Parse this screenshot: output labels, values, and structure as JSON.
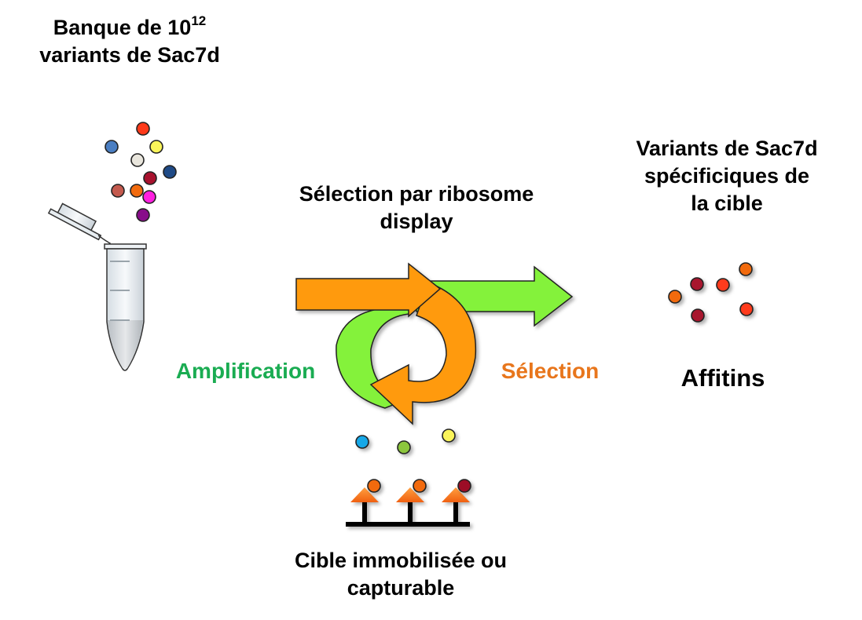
{
  "left_title": {
    "line1_prefix": "Banque de 10",
    "exponent": "12",
    "line2": "variants de Sac7d"
  },
  "center_title": {
    "line1": "Sélection par ribosome",
    "line2": "display"
  },
  "right_title": {
    "line1": "Variants de Sac7d",
    "line2": "spécificiques de",
    "line3": "la cible"
  },
  "right_label": "Affitins",
  "cycle_labels": {
    "left": "Amplification",
    "right": "Sélection"
  },
  "bottom_title": {
    "line1": "Cible immobilisée ou",
    "line2": "capturable"
  },
  "colors": {
    "amplification_green": "#1aac52",
    "selection_orange": "#e8761c",
    "arrow_green": "#84f23a",
    "arrow_orange": "#ff9a10",
    "target_orange": "#f26b1d"
  },
  "library_beads": [
    "#ff3a1a",
    "#4a7ec2",
    "#fbf55a",
    "#e9e6dd",
    "#1f4a86",
    "#a8122e",
    "#c45a4e",
    "#f26b0e",
    "#ff1fe0",
    "#880c8a"
  ],
  "flow_beads": [
    "#17a8e8",
    "#8cc63e",
    "#fbf55a"
  ],
  "bound_beads": [
    "#f26b0e",
    "#f26b0e",
    "#9c0d25"
  ],
  "affitin_beads": [
    "#f26b0e",
    "#a8122e",
    "#ff3a1a",
    "#f26b0e",
    "#a8122e",
    "#ff3a1a"
  ]
}
